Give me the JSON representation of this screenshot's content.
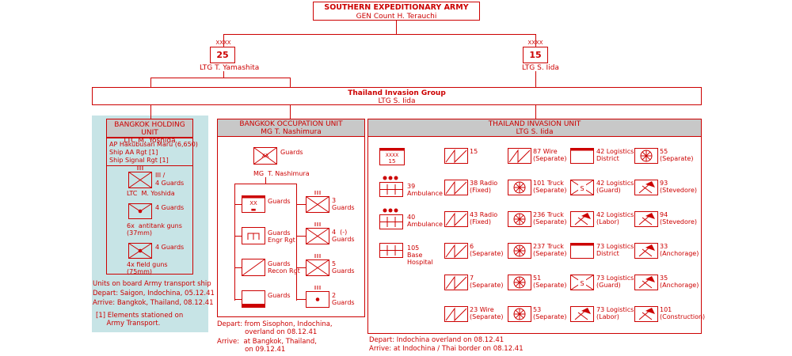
{
  "top": {
    "title": "SOUTHERN EXPEDITIONARY ARMY",
    "commander": "GEN Count H. Terauchi"
  },
  "army25": {
    "echelon": "XXXX",
    "number": "25",
    "commander": "LTG  T. Yamashita"
  },
  "army15": {
    "echelon": "XXXX",
    "number": "15",
    "commander": "LTG  S. Iida"
  },
  "group": {
    "title": "Thailand Invasion Group",
    "commander": "LTG S. Iida"
  },
  "holding": {
    "title": "BANGKOK HOLDING UNIT",
    "commander": "LTC  M. Yoshida",
    "ship_lines": [
      "AP  Hakubusan Maru  (6,650)",
      "Ship AA Rgt [1]",
      "Ship Signal Rgt [1]"
    ],
    "units": [
      {
        "echelon": "III /",
        "label": "4 Guards",
        "sub": "LTC  M. Yoshida"
      },
      {
        "echelon": "",
        "label": "4 Guards",
        "sub": "6x  antitank guns\n(37mm)"
      },
      {
        "echelon": "",
        "label": "4 Guards",
        "sub": "4x field guns\n(75mm)"
      }
    ],
    "notes": [
      "Units on board Army transport ship",
      "Depart: Saigon, Indochina, 05.12.41",
      "Arrive: Bangkok, Thailand, 08.12.41"
    ],
    "footnote": "[1] Elements stationed on\n     Army Transport."
  },
  "occupation": {
    "title": "BANGKOK OCCUPATION UNIT",
    "commander": "MG  T. Nashimura",
    "hq_label": "Guards",
    "hq_commander": "MG  T. Nashimura",
    "left": [
      "Guards",
      "Guards\nEngr Rgt",
      "Guards\nRecon Rgt",
      "Guards"
    ],
    "right": [
      "3\nGuards",
      "4  (-)\nGuards",
      "5\nGuards",
      "2\nGuards"
    ],
    "depart": "Depart: from Sisophon, Indochina,\n             overland on 08.12.41",
    "arrive": "Arrive:  at Bangkok, Thailand,\n             on 09.12.41"
  },
  "invasion": {
    "title": "THAILAND INVASION UNIT",
    "commander": "LTG  S. Iida",
    "hq_number": "15",
    "hq_echelon": "XXXX",
    "col1": [
      "39\nAmbulance",
      "40\nAmbulance",
      "105\nBase\nHospital"
    ],
    "col2": [
      "15",
      "38 Radio\n(Fixed)",
      "43 Radio\n(Fixed)",
      "6\n(Separate)",
      "7\n(Separate)",
      "23 Wire\n(Separate)"
    ],
    "col3": [
      "87 Wire\n(Separate)",
      "101 Truck\n(Separate)",
      "236 Truck\n(Separate)",
      "237 Truck\n(Separate)",
      "51\n(Separate)",
      "53\n(Separate)"
    ],
    "col4": [
      "42 Logistics\nDistrict",
      "42 Logistics\n(Guard)",
      "42 Logistics\n(Labor)",
      "73 Logistics\nDistrict",
      "73 Logistics\n(Guard)",
      "73 Logistics\n(Labor)"
    ],
    "col5": [
      "55\n(Separate)",
      "93\n(Stevedore)",
      "94\n(Stevedore)",
      "33\n(Anchorage)",
      "35\n(Anchorage)",
      "101\n(Construction)"
    ],
    "depart": "Depart: Indochina overland on 08.12.41",
    "arrive": "Arrive: at Indochina / Thai border on 08.12.41"
  },
  "colors": {
    "red": "#cc0000",
    "header_gray": "#c8c8c8",
    "water": "#c7e4e6"
  }
}
